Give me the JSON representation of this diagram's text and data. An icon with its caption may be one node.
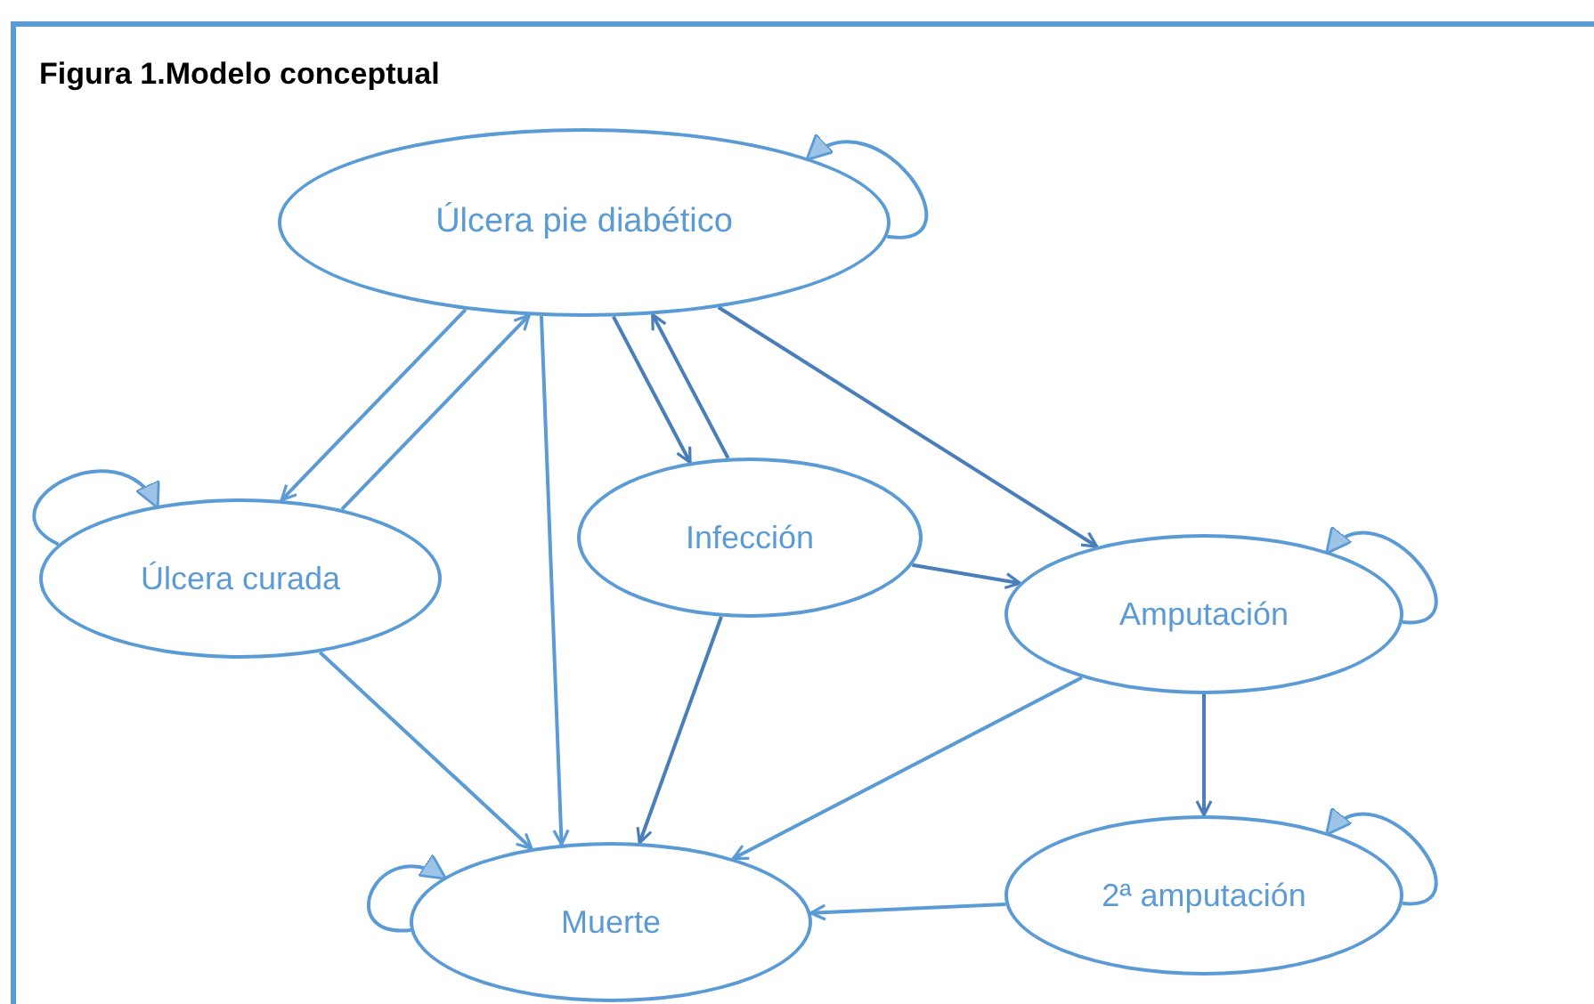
{
  "diagram": {
    "title": "Figura 1.Modelo conceptual",
    "nodes": [
      {
        "text": [
          "Úlcera pie diabético"
        ]
      },
      {
        "text": [
          "Úlcera curada"
        ]
      },
      {
        "text": [
          "Infección"
        ]
      },
      {
        "text": [
          "Amputación"
        ]
      },
      {
        "text": [
          "Muerte"
        ]
      },
      {
        "text": [
          "2ª amputación"
        ]
      }
    ],
    "edges": [
      {
        "from": 0,
        "to": 0,
        "arrow": "to"
      },
      {
        "from": 0,
        "to": 1,
        "arrow": "to"
      },
      {
        "from": 1,
        "to": 0,
        "arrow": "to"
      },
      {
        "from": 1,
        "to": 1,
        "arrow": "to"
      },
      {
        "from": 0,
        "to": 4,
        "arrow": "to"
      },
      {
        "from": 0,
        "to": 2,
        "arrow": "to",
        "color": "#4a7ebb"
      },
      {
        "from": 2,
        "to": 0,
        "arrow": "to",
        "color": "#4a7ebb"
      },
      {
        "from": 0,
        "to": 3,
        "arrow": "to",
        "color": "#4a7ebb"
      },
      {
        "from": 2,
        "to": 3,
        "arrow": "to",
        "color": "#4a7ebb"
      },
      {
        "from": 3,
        "to": 3,
        "arrow": "to"
      },
      {
        "from": 1,
        "to": 4,
        "arrow": "to"
      },
      {
        "from": 2,
        "to": 4,
        "arrow": "to",
        "color": "#4a7ebb"
      },
      {
        "from": 3,
        "to": 4,
        "arrow": "to"
      },
      {
        "from": 3,
        "to": 5,
        "arrow": "to",
        "color": "#4a7ebb"
      },
      {
        "from": 5,
        "to": 5,
        "arrow": "to"
      },
      {
        "from": 4,
        "to": 4,
        "arrow": "to"
      },
      {
        "from": 5,
        "to": 4,
        "arrow": "to"
      }
    ]
  }
}
